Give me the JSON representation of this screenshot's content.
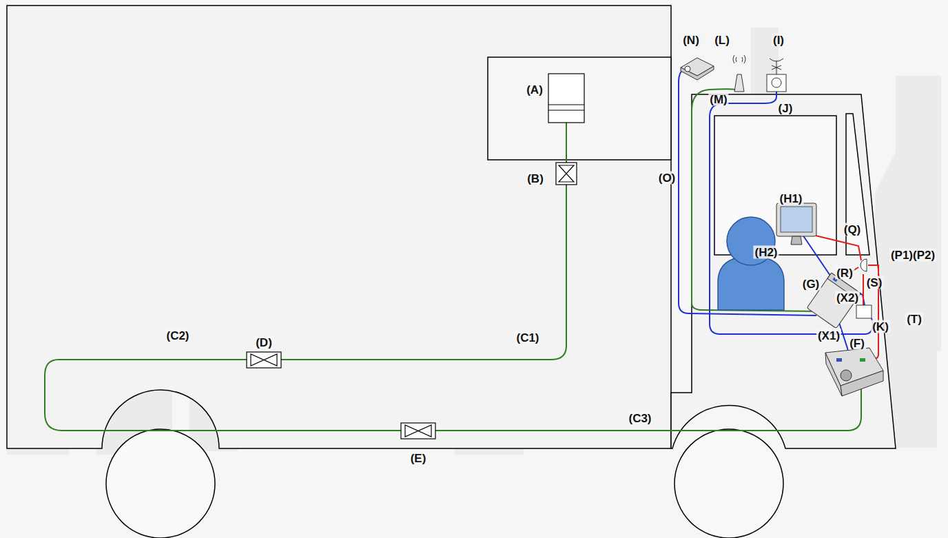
{
  "diagram": {
    "labels": [
      "(A)",
      "(B)",
      "(N)",
      "(L)",
      "(I)",
      "(M)",
      "(J)",
      "(O)",
      "(H1)",
      "(Q)",
      "(P1)(P2)",
      "(H2)",
      "(R)",
      "(S)",
      "(G)",
      "(X2)",
      "(T)",
      "(K)",
      "(X1)",
      "(F)",
      "(D)",
      "(C2)",
      "(C1)",
      "(C3)",
      "(E)"
    ]
  }
}
